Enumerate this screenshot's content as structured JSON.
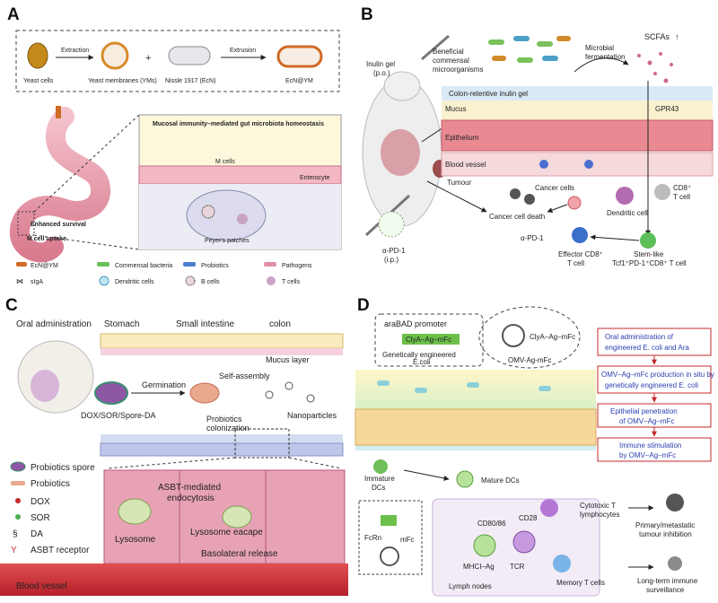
{
  "panels": {
    "a": {
      "letter": "A",
      "yeast_cells": "Yeast cells",
      "extraction": "Extraction",
      "yeast_membranes": "Yeast membranes (YMs)",
      "plus": "+",
      "nissle": "Nissle 1917 (EcN)",
      "extrusion": "Extrusion",
      "ecn_ym": "EcN@YM",
      "mucosal_title": "Mucosal immunity–mediated gut microbiota homeostasis",
      "m_cells": "M cells",
      "enterocyte": "Enterocyte",
      "enhanced_survival": "Enhanced survival",
      "m_cell_uptake": "M cell uptake",
      "peyers_patches": "Peyer's patches",
      "legend": [
        {
          "icon": "ecn-ym-capsule-icon",
          "label": "EcN@YM"
        },
        {
          "icon": "commensal-bacteria-icon",
          "label": "Commensal bacteria"
        },
        {
          "icon": "probiotics-icon",
          "label": "Probiotics"
        },
        {
          "icon": "pathogens-icon",
          "label": "Pathogens"
        },
        {
          "icon": "siga-icon",
          "label": "sIgA"
        },
        {
          "icon": "dendritic-cells-icon",
          "label": "Dendritic cells"
        },
        {
          "icon": "b-cells-icon",
          "label": "B cells"
        },
        {
          "icon": "t-cells-icon",
          "label": "T cells"
        }
      ]
    },
    "b": {
      "letter": "B",
      "inulin_gel": "Inulin gel",
      "po": "(p.o.)",
      "beneficial_1": "Beneficial",
      "beneficial_2": "commensal",
      "beneficial_3": "microorganisms",
      "microbial_1": "Microbial",
      "microbial_2": "fermentation",
      "scfas": "SCFAs",
      "colon_gel": "Colon-retentive inulin gel",
      "mucus": "Mucus",
      "gpr43": "GPR43",
      "epithelium": "Epithelium",
      "blood_vessel": "Blood vessel",
      "tumour": "Tumour",
      "cancer_cells": "Cancer cells",
      "cancer_cell_death": "Cancer cell death",
      "dendritic_cell": "Dendritic cell",
      "cd8_t_1": "CD8⁺",
      "cd8_t_2": "T cell",
      "apd1": "α-PD-1",
      "apd1_ip": "α-PD-1",
      "ip": "(i.p.)",
      "effector_1": "Effector CD8⁺",
      "effector_2": "T cell",
      "stem_1": "Stem-like",
      "stem_2": "Tcf1⁺PD-1⁺CD8⁺ T cell"
    },
    "c": {
      "letter": "C",
      "oral_admin": "Oral administration",
      "stomach": "Stomach",
      "small_intestine": "Small intestine",
      "colon": "colon",
      "mucus_layer": "Mucus layer",
      "germination": "Germination",
      "self_assembly": "Self-assembly",
      "dox_sor": "DOX/SOR/Spore-DA",
      "probiotics_colonization_1": "Probiotics",
      "probiotics_colonization_2": "colonization",
      "nanoparticles": "Nanoparticles",
      "asbt_endo_1": "ASBT-mediated",
      "asbt_endo_2": "endocytosis",
      "lysosome": "Lysosome",
      "lysosome_escape": "Lysosome eacape",
      "basolateral": "Basolateral release",
      "blood_vessel": "Blood  vessel",
      "legend": [
        {
          "icon": "probiotics-spore-icon",
          "label": "Probiotics spore"
        },
        {
          "icon": "probiotics-rod-icon",
          "label": "Probiotics"
        },
        {
          "icon": "dox-dot-icon",
          "label": "DOX"
        },
        {
          "icon": "sor-dot-icon",
          "label": "SOR"
        },
        {
          "icon": "da-icon",
          "label": "DA"
        },
        {
          "icon": "asbt-receptor-icon",
          "label": "ASBT receptor"
        }
      ]
    },
    "d": {
      "letter": "D",
      "arabad": "araBAD promoter",
      "clya_gene": "ClyA–Ag–mFc",
      "genetically_1": "Genetically engineered",
      "genetically_2": "E.coli",
      "omv_label": "ClyA–Ag–mFc",
      "omv_ag": "OMV-Ag-mFc",
      "steps": [
        "Oral administration of engineered E. coli and Ara",
        "OMV–Ag–mFc production in situ by genetically engineered E. coli",
        "Epithelial penetration of OMV–Ag–mFc",
        "Immune stimulation by OMV–Ag–mFc"
      ],
      "steps_lines": [
        [
          "Oral administration of",
          "engineered E. coli and Ara"
        ],
        [
          "OMV–Ag–mFc production in situ by",
          "genetically engineered E. coli"
        ],
        [
          "Epithelial penetration",
          "of OMV–Ag–mFc"
        ],
        [
          "Immune stimulation",
          "by OMV–Ag–mFc"
        ]
      ],
      "immature_1": "Immature",
      "immature_2": "DCs",
      "mature": "Mature DCs",
      "fcrn": "FcRn",
      "mfc": "mFc",
      "cd80": "CD80/86",
      "cd28": "CD28",
      "mhc": "MHCI–Ag",
      "tcr": "TCR",
      "lymph": "Lymph nodes",
      "ctl_1": "Cytotoxic T",
      "ctl_2": "lymphocytes",
      "memory": "Memory T cells",
      "primary_1": "Primary/metastatic",
      "primary_2": "tumour inhibition",
      "longterm_1": "Long-term immune",
      "longterm_2": "surveillance"
    }
  },
  "colors": {
    "accent_red": "#c62828",
    "accent_blue": "#2a3fb0",
    "tissue_pink": "#e89aa8",
    "gel_blue": "#cfe6f5",
    "mucus_yellow": "#fbf1c7"
  }
}
